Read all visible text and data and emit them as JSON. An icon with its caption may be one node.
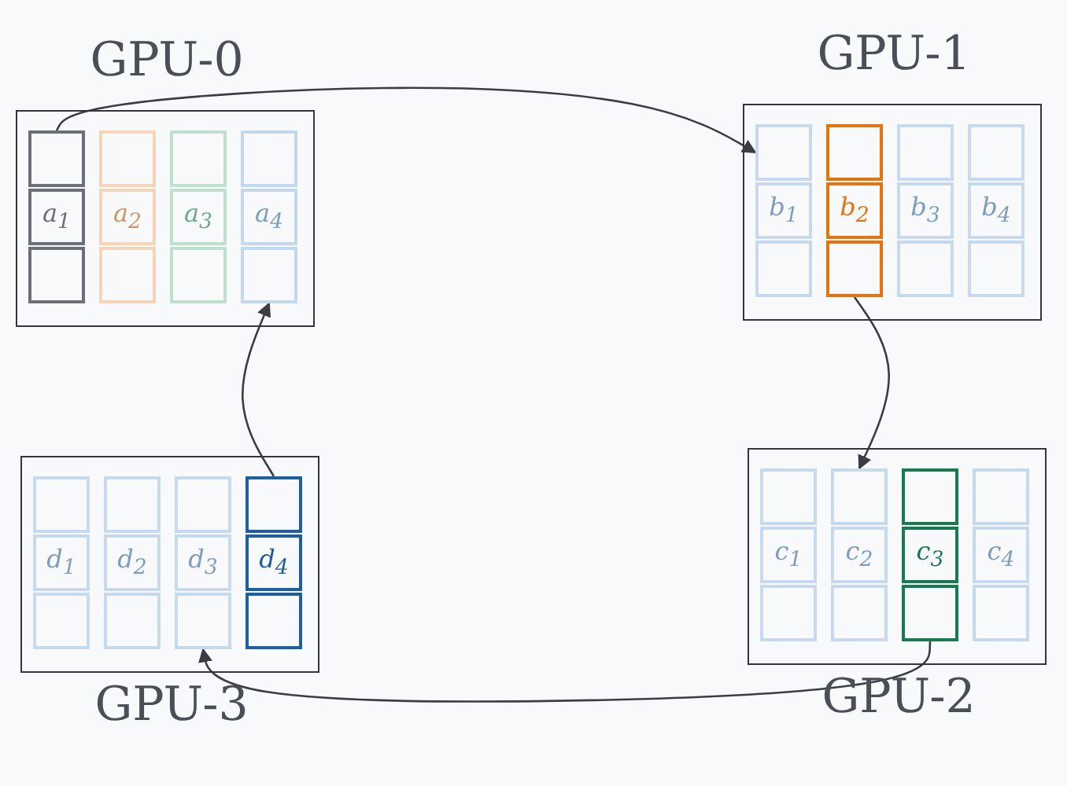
{
  "diagram": {
    "nodes": [
      {
        "text": [
          "GPU-0"
        ]
      },
      {
        "text": [],
        "shape": "box",
        "in": 0
      },
      {
        "text": [],
        "shape": "box",
        "in": 0
      },
      {
        "text": [],
        "shape": "box",
        "in": 0
      },
      {
        "text": [],
        "shape": "box",
        "in": 0
      },
      {
        "text": [
          "a$_{1}$"
        ],
        "in": 0
      },
      {
        "text": [
          "a$_{2}$"
        ],
        "in": 0
      },
      {
        "text": [
          "a$_{3}$"
        ],
        "in": 0
      },
      {
        "text": [
          "a$_{4}$"
        ],
        "in": 0
      },
      {
        "text": [],
        "shape": "box",
        "in": 0
      },
      {
        "text": [],
        "shape": "box",
        "in": 0
      },
      {
        "text": [],
        "shape": "box",
        "in": 0
      },
      {
        "text": [],
        "shape": "box",
        "in": 0
      },
      {
        "text": [
          "GPU-1"
        ]
      },
      {
        "text": [],
        "shape": "box",
        "in": 13
      },
      {
        "text": [],
        "shape": "box",
        "in": 13
      },
      {
        "text": [],
        "shape": "box",
        "in": 13
      },
      {
        "text": [],
        "shape": "box",
        "in": 13
      },
      {
        "text": [
          "b$_{1}$"
        ],
        "in": 13
      },
      {
        "text": [
          "b$_{2}$"
        ],
        "in": 13
      },
      {
        "text": [
          "b$_{3}$"
        ],
        "in": 13
      },
      {
        "text": [
          "b$_{4}$"
        ],
        "in": 13
      },
      {
        "text": [],
        "shape": "box",
        "in": 13
      },
      {
        "text": [],
        "shape": "box",
        "in": 13
      },
      {
        "text": [],
        "shape": "box",
        "in": 13
      },
      {
        "text": [],
        "shape": "box",
        "in": 13
      },
      {
        "text": [
          "GPU-3"
        ]
      },
      {
        "text": [],
        "shape": "box",
        "in": 26
      },
      {
        "text": [],
        "shape": "box",
        "in": 26
      },
      {
        "text": [],
        "shape": "box",
        "in": 26
      },
      {
        "text": [],
        "shape": "box",
        "in": 26
      },
      {
        "text": [
          "d$_{1}$"
        ],
        "in": 26
      },
      {
        "text": [
          "d$_{2}$"
        ],
        "in": 26
      },
      {
        "text": [
          "d$_{3}$"
        ],
        "in": 26
      },
      {
        "text": [
          "d$_{4}$"
        ],
        "in": 26
      },
      {
        "text": [],
        "shape": "box",
        "in": 26
      },
      {
        "text": [],
        "shape": "box",
        "in": 26
      },
      {
        "text": [],
        "shape": "box",
        "in": 26
      },
      {
        "text": [],
        "shape": "box",
        "in": 26
      },
      {
        "text": [
          "GPU-2"
        ]
      },
      {
        "text": [],
        "shape": "box",
        "in": 39
      },
      {
        "text": [],
        "shape": "box",
        "in": 39
      },
      {
        "text": [],
        "shape": "box",
        "in": 39
      },
      {
        "text": [],
        "shape": "box",
        "in": 39
      },
      {
        "text": [
          "c$_{1}$"
        ],
        "in": 39
      },
      {
        "text": [
          "c$_{2}$"
        ],
        "in": 39
      },
      {
        "text": [
          "c$_{3}$"
        ],
        "in": 39
      },
      {
        "text": [
          "c$_{4}$"
        ],
        "in": 39
      },
      {
        "text": [],
        "shape": "box",
        "in": 39
      },
      {
        "text": [],
        "shape": "box",
        "in": 39
      },
      {
        "text": [],
        "shape": "box",
        "in": 39
      },
      {
        "text": [],
        "shape": "box",
        "in": 39
      }
    ],
    "edges": [
      {
        "from": 1,
        "to": 14,
        "arrow": "to"
      },
      {
        "from": 23,
        "to": 41,
        "arrow": "to"
      },
      {
        "from": 50,
        "to": 37,
        "arrow": "to"
      },
      {
        "from": 30,
        "to": 12,
        "arrow": "to"
      }
    ]
  }
}
